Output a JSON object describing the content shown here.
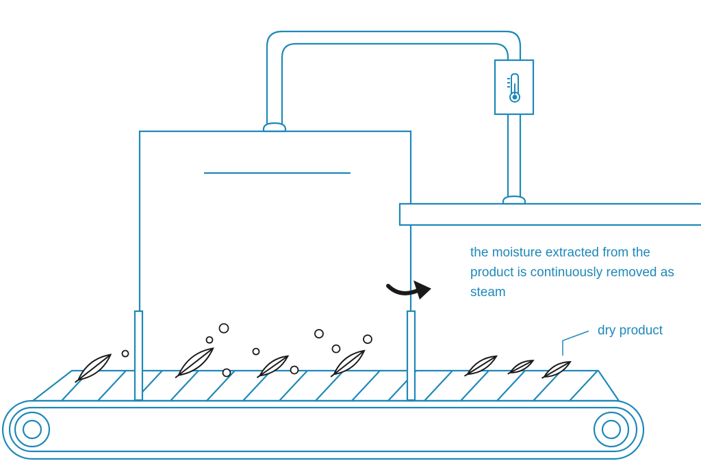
{
  "colors": {
    "line": "#1e88b8",
    "leaf": "#1a1a1a",
    "arrow": "#1a1a1a",
    "background": "#ffffff"
  },
  "annotations": {
    "steam_note_lines": [
      "the moisture extracted from the",
      "product is continuously removed as",
      "steam"
    ],
    "dry_product": "dry product"
  },
  "icons": {
    "sensor": "thermometer-icon",
    "flow": "curved-arrow-icon"
  }
}
